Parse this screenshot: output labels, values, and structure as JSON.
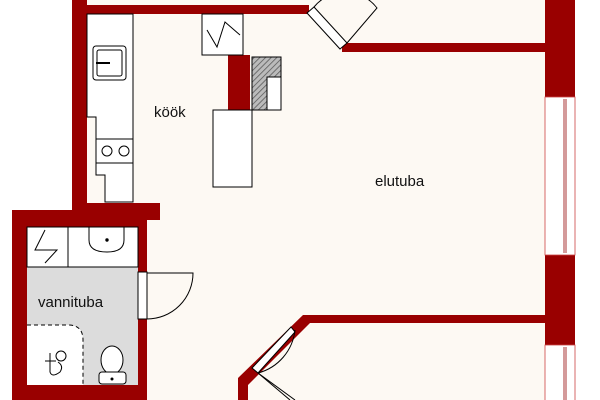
{
  "rooms": {
    "kitchen": "köök",
    "living_room": "elutuba",
    "bathroom": "vannituba"
  },
  "colors": {
    "wall": "#990000",
    "floor": "#fdf9f3",
    "wet_floor": "#dcdcdc",
    "fixture": "#ffffff",
    "window": "#d49a9a"
  },
  "icons": [
    "sink-icon",
    "stove-icon",
    "electric-panel-icon",
    "washbasin-icon",
    "shower-icon",
    "toilet-icon",
    "door-swing-icon",
    "window-icon",
    "chimney-icon"
  ]
}
